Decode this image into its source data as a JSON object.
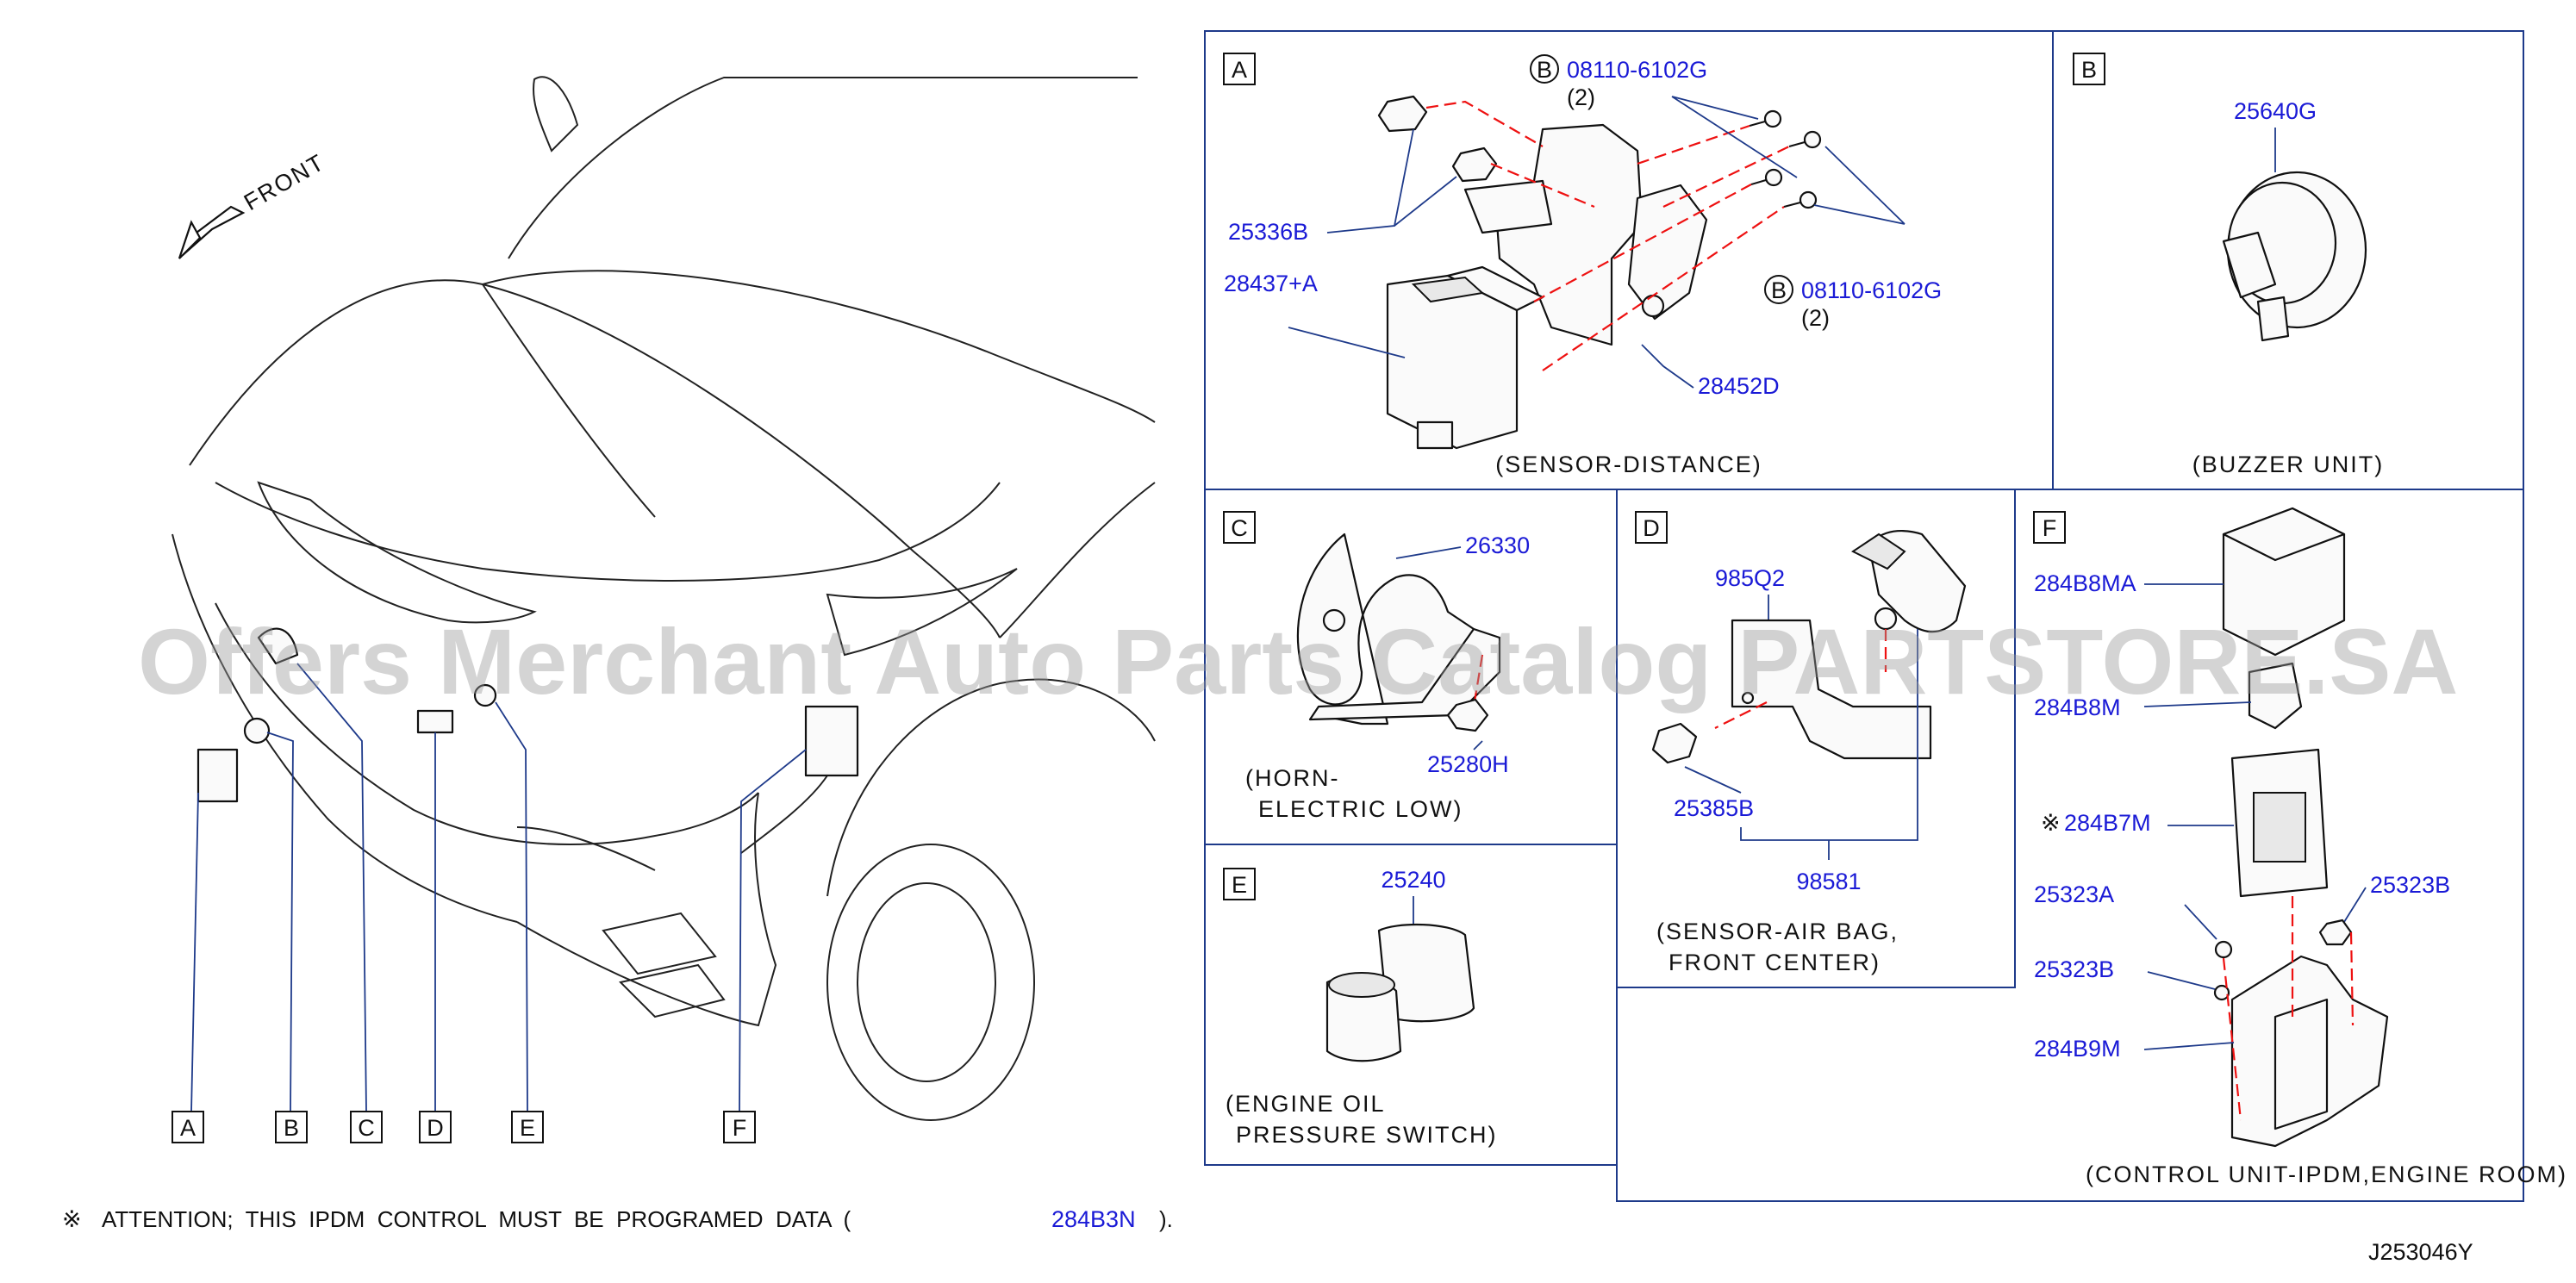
{
  "watermark": "Offers Merchant Auto Parts Catalog PARTSTORE.SA",
  "diagram_id": "J253046Y",
  "front_label": "FRONT",
  "attention": {
    "mark": "※",
    "text": "ATTENTION;  THIS  IPDM  CONTROL  MUST  BE  PROGRAMED  DATA  (",
    "part": "284B3N",
    "close": ")."
  },
  "location_letters": [
    "A",
    "B",
    "C",
    "D",
    "E",
    "F"
  ],
  "panels": {
    "A": {
      "letter": "A",
      "caption": "(SENSOR-DISTANCE)",
      "parts": {
        "bolt_top": "08110-6102G",
        "bolt_top_qty": "(2)",
        "bolt_bottom": "08110-6102G",
        "bolt_bottom_qty": "(2)",
        "nut": "25336B",
        "sensor": "28437+A",
        "bracket": "28452D"
      },
      "callout_b": "B"
    },
    "B": {
      "letter": "B",
      "caption": "(BUZZER   UNIT)",
      "parts": {
        "buzzer": "25640G"
      }
    },
    "C": {
      "letter": "C",
      "caption_1": "(HORN-",
      "caption_2": "ELECTRIC   LOW)",
      "parts": {
        "horn": "26330",
        "nut": "25280H"
      }
    },
    "D": {
      "letter": "D",
      "caption_1": "(SENSOR-AIR  BAG,",
      "caption_2": "FRONT   CENTER)",
      "parts": {
        "bracket": "985Q2",
        "nut": "25385B",
        "assy": "98581"
      }
    },
    "E": {
      "letter": "E",
      "caption_1": "(ENGINE   OIL",
      "caption_2": "PRESSURE   SWITCH)",
      "parts": {
        "switch": "25240"
      }
    },
    "F": {
      "letter": "F",
      "caption": "(CONTROL   UNIT-IPDM,ENGINE   ROOM)",
      "parts": {
        "cover": "284B8MA",
        "bracket_small": "284B8M",
        "ipdm_mark": "※",
        "ipdm": "284B7M",
        "bolt_a": "25323A",
        "bolt_b_right": "25323B",
        "bolt_b_left": "25323B",
        "holder": "284B9M"
      }
    }
  }
}
